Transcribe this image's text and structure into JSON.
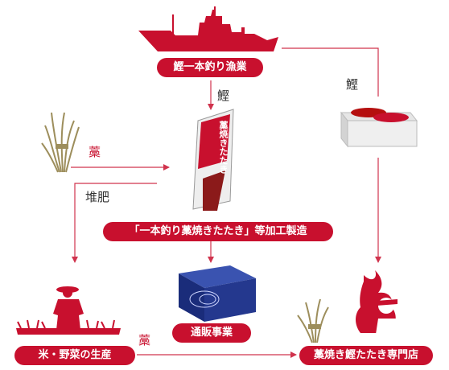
{
  "colors": {
    "brand_red": "#c8102e",
    "arrow_gray": "#aab0b6",
    "straw": "#9d8e5c"
  },
  "nodes": {
    "fishery": "鰹一本釣り漁業",
    "manufacturing": "「一本釣り藁焼きたたき」等加工製造",
    "mail_order": "通販事業",
    "rice_veg": "米・野菜の生産",
    "restaurant": "藁焼き鰹たたき専門店"
  },
  "edge_labels": {
    "bonito_down": "鰹",
    "bonito_right": "鰹",
    "straw_top": "藁",
    "compost": "堆肥",
    "straw_bottom": "藁"
  },
  "package_text": "藁焼きたたき",
  "icons": [
    "fishing-boat-icon",
    "bonito-box-icon",
    "straw-bundle-icon",
    "tataki-package-icon",
    "mail-order-box-icon",
    "farmer-icon",
    "flame-chef-icon"
  ]
}
